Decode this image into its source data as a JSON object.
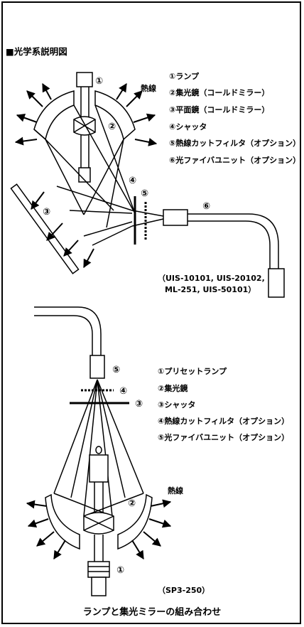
{
  "title": "■光学系説明図",
  "top": {
    "heat_label": "熱線",
    "legend": [
      "①ランプ",
      "②集光鏡（コールドミラー）",
      "③平面鏡（コールドミラー）",
      "④シャッタ",
      "⑤熱線カットフィルタ（オプション）",
      "⑥光ファイバユニット（オプション）"
    ],
    "markers": [
      "①",
      "②",
      "③",
      "④",
      "⑤",
      "⑥"
    ],
    "models_line1": "（UIS-10101, UIS-20102,",
    "models_line2": "ML-251, UIS-50101）"
  },
  "bottom": {
    "heat_label": "熱線",
    "legend": [
      "①プリセットランプ",
      "②集光鏡",
      "③シャッタ",
      "④熱線カットフィルタ（オプション）",
      "⑤光ファイバユニット（オプション）"
    ],
    "markers": [
      "⑤",
      "④",
      "③",
      "②",
      "①"
    ],
    "model": "（SP3-250）"
  },
  "caption": "ランプと集光ミラーの組み合わせ"
}
